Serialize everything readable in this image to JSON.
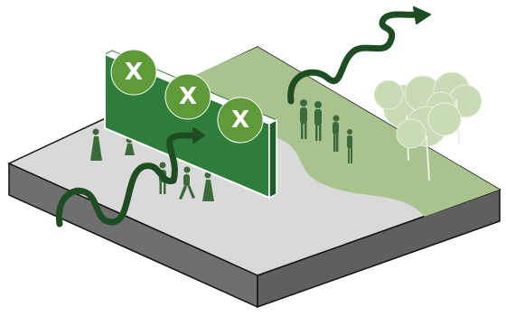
{
  "diagram": {
    "barrier_marks": [
      "X",
      "X",
      "X"
    ],
    "colors": {
      "ground": "#d9d9d9",
      "ground_side": "#6f6f6f",
      "park": "#a9c38f",
      "park_light": "#c9dbb4",
      "wall": "#2f7d3a",
      "wall_dark": "#1f5e2a",
      "circle": "#5e9a37",
      "arrow": "#1f4d23",
      "figure": "#3b6b3a"
    },
    "icons": [
      "person-icon",
      "tree-icon",
      "arrow-icon"
    ]
  }
}
